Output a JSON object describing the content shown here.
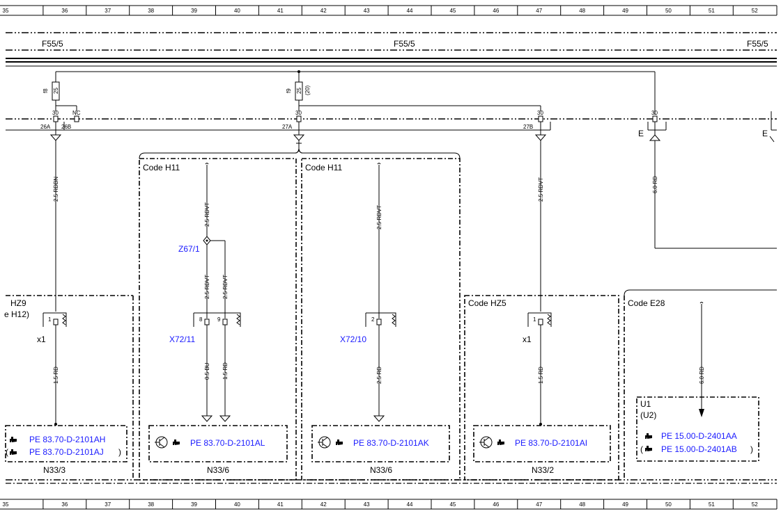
{
  "ruler": [
    "35",
    "36",
    "37",
    "38",
    "39",
    "40",
    "41",
    "42",
    "43",
    "44",
    "45",
    "46",
    "47",
    "48",
    "49",
    "50",
    "51",
    "52"
  ],
  "bus": {
    "left": "F55/5",
    "center": "F55/5",
    "right": "F55/5"
  },
  "fuses": {
    "f8": {
      "name": "f8",
      "rating": "25",
      "terminal": "30",
      "nc": "NC"
    },
    "f9": {
      "name": "f9",
      "rating": "25",
      "alt": "(20)",
      "terminal": "30"
    }
  },
  "terminals": {
    "t1": "30",
    "t2": "30",
    "t3": "30"
  },
  "connectors": {
    "c26a": "26A",
    "c26b": "26B",
    "c27a": "27A",
    "c27b": "27B"
  },
  "earth": {
    "e1": "E",
    "e2": "E"
  },
  "wires": {
    "w1": "2.5 RDBN",
    "w2": "2.5 RDVT",
    "w3": "2.5 RDVT",
    "w4": "2.5 RDVT",
    "w5": "2.5 RDVT",
    "w6": "2.5 RDVT",
    "w7": "6.0 RD",
    "w8": "1.5 RD",
    "w9": "0.5 BU",
    "w10": "1.5 RD",
    "w11": "2.5 RD",
    "w12": "1.5 RD",
    "w13": "6.0 RD"
  },
  "codes": {
    "hz9": "HZ9",
    "h12": "e H12)",
    "h11a": "Code H11",
    "h11b": "Code H11",
    "hz5": "Code HZ5",
    "e28": "Code E28"
  },
  "splice": {
    "z67": "Z67/1"
  },
  "plugs": {
    "x72_11": "X72/11",
    "x72_10": "X72/10",
    "x1a": "x1",
    "x1b": "x1"
  },
  "pins": {
    "p1a": "1",
    "p8": "8",
    "p9": "9",
    "p2": "2",
    "p1b": "1"
  },
  "refs": {
    "r1a": "PE 83.70-D-2101AH",
    "r1b": "PE 83.70-D-2101AJ",
    "r2": "PE 83.70-D-2101AL",
    "r3": "PE 83.70-D-2101AK",
    "r4": "PE 83.70-D-2101AI",
    "r5a": "PE 15.00-D-2401AA",
    "r5b": "PE 15.00-D-2401AB"
  },
  "parens": {
    "open": "(",
    "close": ")"
  },
  "components": {
    "n33_3": "N33/3",
    "n33_6a": "N33/6",
    "n33_6b": "N33/6",
    "n33_2": "N33/2",
    "u1": "U1",
    "u2": "(U2)"
  },
  "colors": {
    "link": "#1a1aff",
    "line": "#000000"
  }
}
